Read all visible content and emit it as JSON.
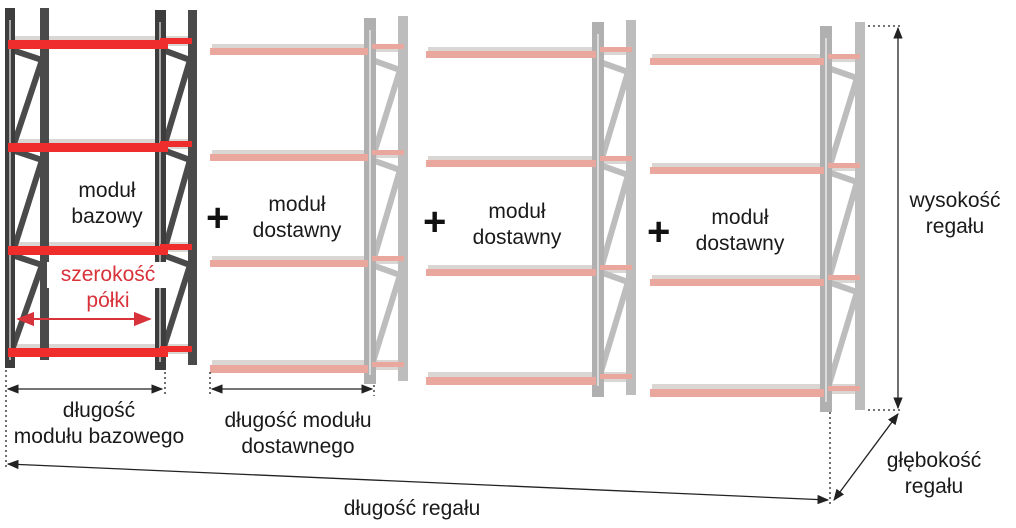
{
  "colors": {
    "dark_frame": "#3d3d3d",
    "red_beam": "#ef2d2d",
    "grey_frame": "#b7b7b7",
    "pink_beam": "#e9a79e",
    "shelf_panel": "#d9d6d4",
    "dimension_line": "#222222",
    "red_label": "#d8323a"
  },
  "base_module": {
    "label_line1": "moduł",
    "label_line2": "bazowy",
    "shelf_width_line1": "szerokość",
    "shelf_width_line2": "półki"
  },
  "addon_modules": [
    {
      "plus": "+",
      "label_line1": "moduł",
      "label_line2": "dostawny"
    },
    {
      "plus": "+",
      "label_line1": "moduł",
      "label_line2": "dostawny"
    },
    {
      "plus": "+",
      "label_line1": "moduł",
      "label_line2": "dostawny"
    }
  ],
  "dimensions": {
    "base_length_line1": "długość",
    "base_length_line2": "modułu bazowego",
    "addon_length_line1": "długość modułu",
    "addon_length_line2": "dostawnego",
    "total_length": "długość regału",
    "height_line1": "wysokość",
    "height_line2": "regału",
    "depth_line1": "głębokość",
    "depth_line2": "regału"
  }
}
